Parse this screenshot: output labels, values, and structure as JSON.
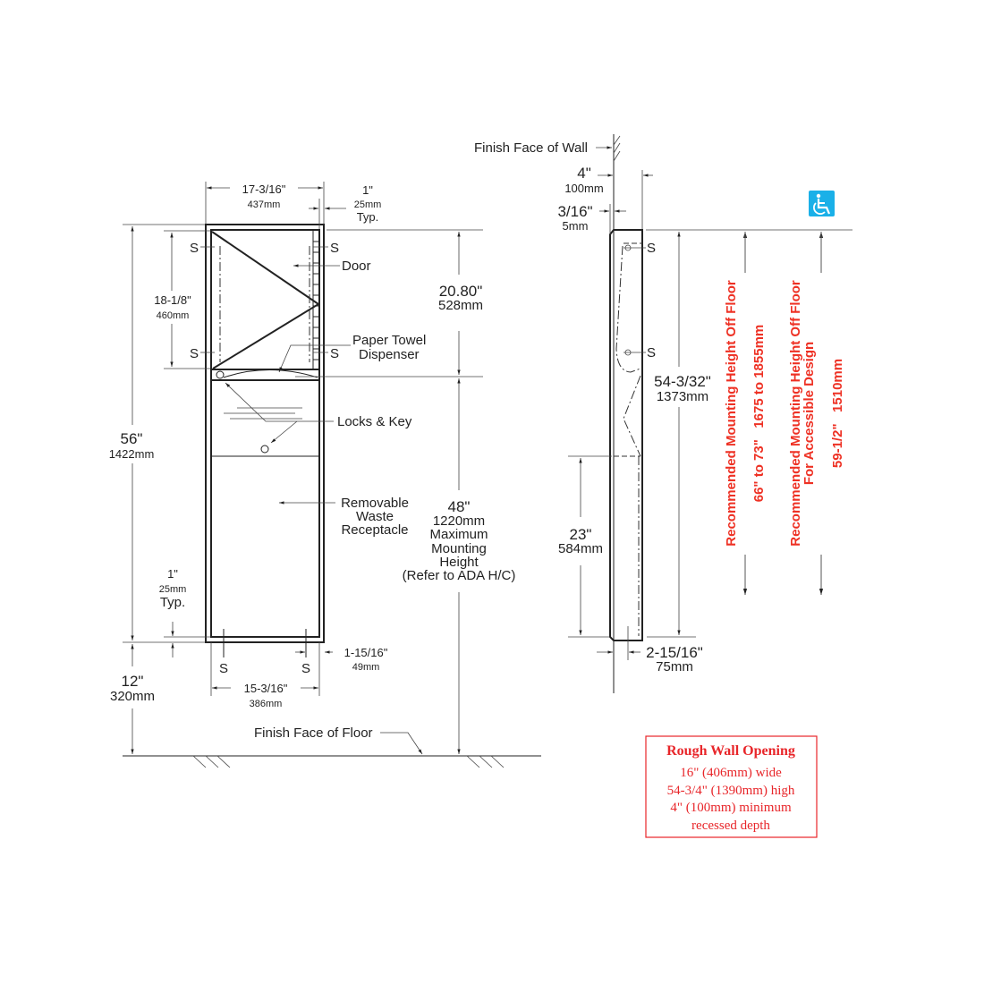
{
  "front_view": {
    "width_top": {
      "imperial": "17-3/16\"",
      "metric": "437mm"
    },
    "flange_top": {
      "imperial": "1\"",
      "metric": "25mm",
      "note": "Typ."
    },
    "overall_height": {
      "imperial": "56\"",
      "metric": "1422mm"
    },
    "door_screw_spacing": {
      "imperial": "18-1/8\"",
      "metric": "460mm"
    },
    "dispenser_height": {
      "imperial": "20.80\"",
      "metric": "528mm"
    },
    "max_mounting": {
      "imperial": "48\"",
      "metric": "1220mm",
      "line1": "Maximum",
      "line2": "Mounting",
      "line3": "Height",
      "line4": "(Refer to ADA H/C)"
    },
    "floor_clearance": {
      "imperial": "12\"",
      "metric": "320mm"
    },
    "flange_bottom": {
      "imperial": "1\"",
      "metric": "25mm",
      "note": "Typ."
    },
    "bottom_width": {
      "imperial": "15-3/16\"",
      "metric": "386mm"
    },
    "screw_offset": {
      "imperial": "1-15/16\"",
      "metric": "49mm"
    },
    "screw_label": "S",
    "callouts": {
      "door": "Door",
      "paper_towel_1": "Paper Towel",
      "paper_towel_2": "Dispenser",
      "locks": "Locks & Key",
      "waste_1": "Removable",
      "waste_2": "Waste",
      "waste_3": "Receptacle",
      "floor": "Finish Face of Floor"
    }
  },
  "side_view": {
    "wall_label": "Finish Face of Wall",
    "depth": {
      "imperial": "4\"",
      "metric": "100mm"
    },
    "flange": {
      "imperial": "3/16\"",
      "metric": "5mm"
    },
    "unit_height": {
      "imperial": "54-3/32\"",
      "metric": "1373mm"
    },
    "lower_height": {
      "imperial": "23\"",
      "metric": "584mm"
    },
    "projection": {
      "imperial": "2-15/16\"",
      "metric": "75mm"
    },
    "screw_label": "S",
    "recommended": {
      "label": "Recommended Mounting Height Off Floor",
      "value": "66\" to 73\"   1675 to 1855mm"
    },
    "accessible": {
      "label1": "Recommended Mounting Height Off Floor",
      "label2": "For Accessible Design",
      "value": "59-1/2\"   1510mm"
    }
  },
  "rough_opening": {
    "title": "Rough Wall Opening",
    "line1": "16\" (406mm) wide",
    "line2": "54-3/4\" (1390mm) high",
    "line3": "4\" (100mm) minimum",
    "line4": "recessed depth"
  },
  "icons": {
    "accessibility": "wheelchair-icon"
  },
  "colors": {
    "red": "#ee3124",
    "ada_blue": "#1ab0e8",
    "line": "#222222"
  }
}
